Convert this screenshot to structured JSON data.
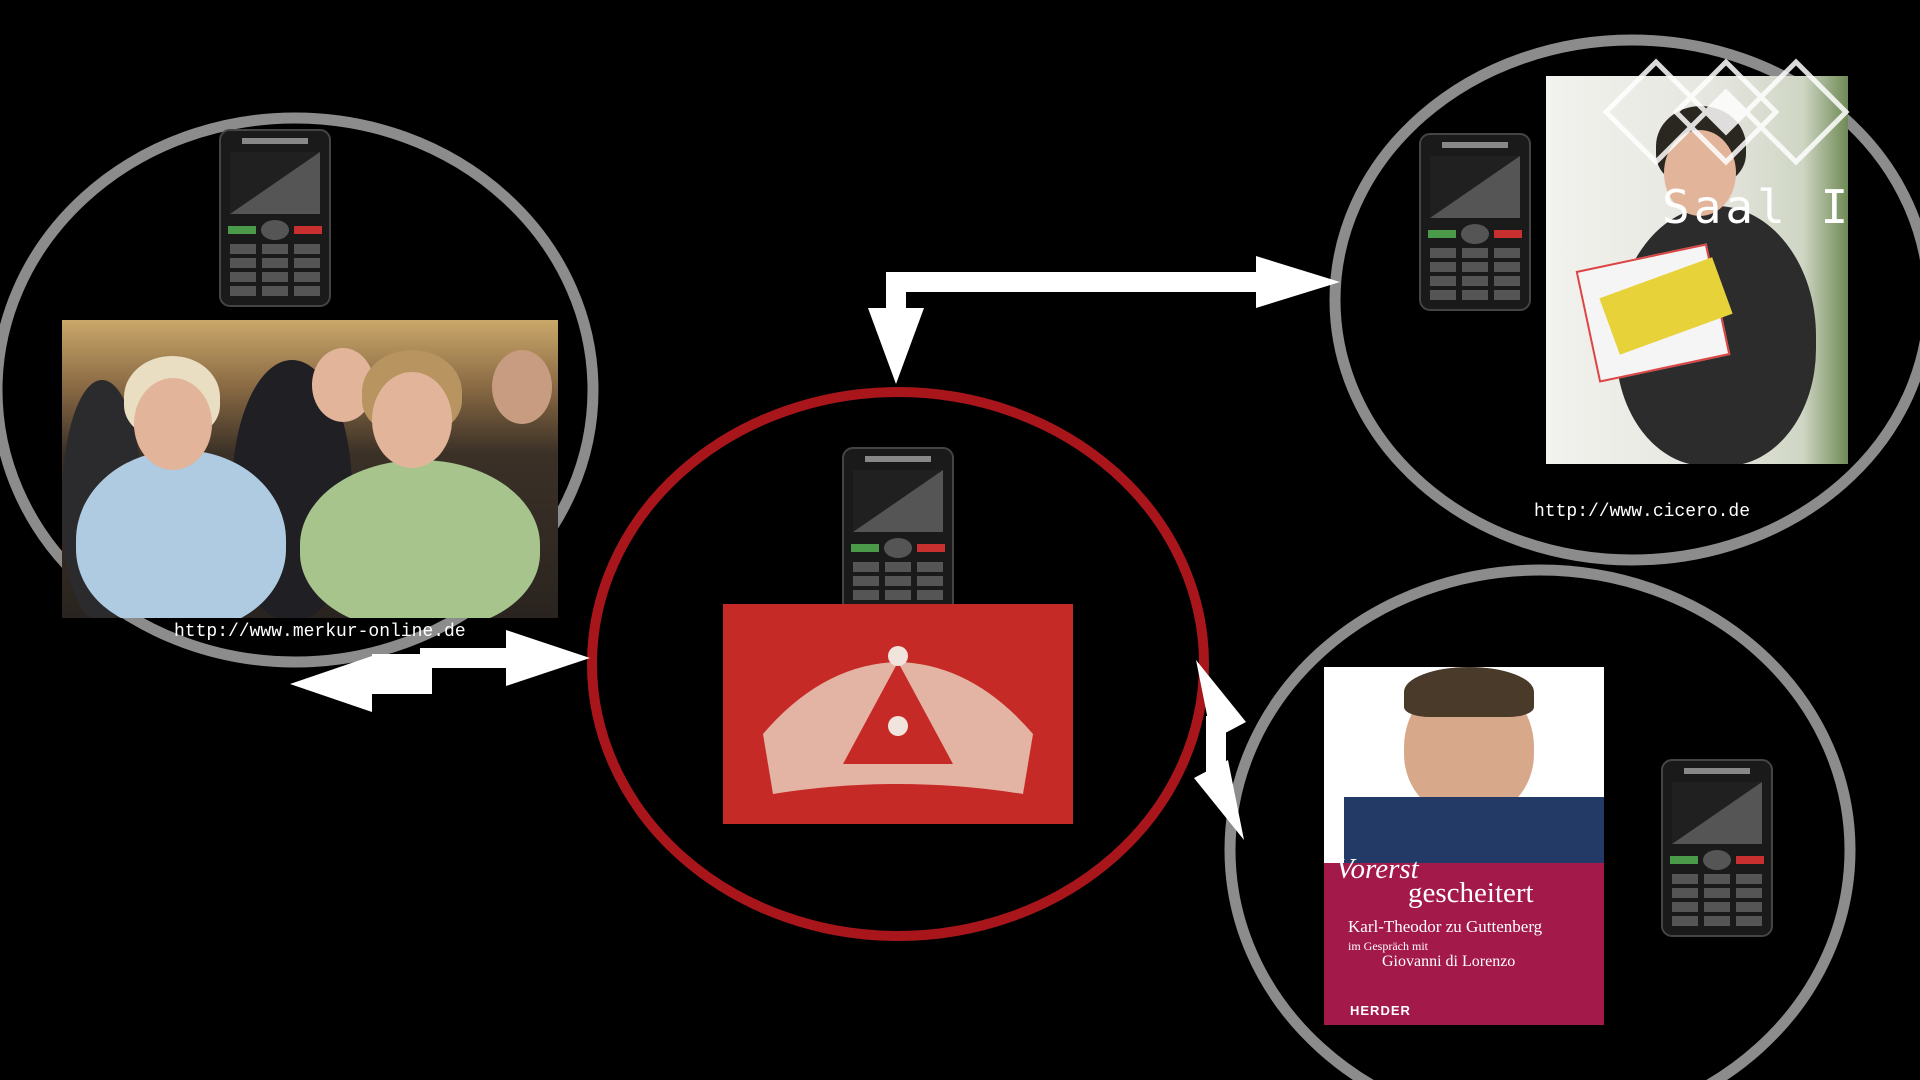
{
  "diagram": {
    "nodes": [
      {
        "id": "left",
        "url": "http://www.merkur-online.de",
        "ring_color": "#8c8c8c"
      },
      {
        "id": "center",
        "ring_color": "#a8161b"
      },
      {
        "id": "top-right",
        "url": "http://www.cicero.de",
        "ring_color": "#8c8c8c"
      },
      {
        "id": "bottom-right",
        "ring_color": "#8c8c8c"
      }
    ],
    "book": {
      "title_line1": "Vorerst",
      "title_line2": "gescheitert",
      "author": "Karl-Theodor zu Guttenberg",
      "subtitle": "im Gespräch mit",
      "interviewer": "Giovanni di Lorenzo",
      "publisher": "HERDER",
      "band_color": "#a3194a"
    }
  },
  "logo": {
    "text": "Saal I"
  },
  "colors": {
    "background": "#000000",
    "arrow": "#ffffff",
    "ring_gray": "#8c8c8c",
    "ring_red": "#a8161b",
    "phone_body": "#1a1a1a"
  },
  "icons": [
    "mobile-phone-icon",
    "double-arrow-icon"
  ]
}
